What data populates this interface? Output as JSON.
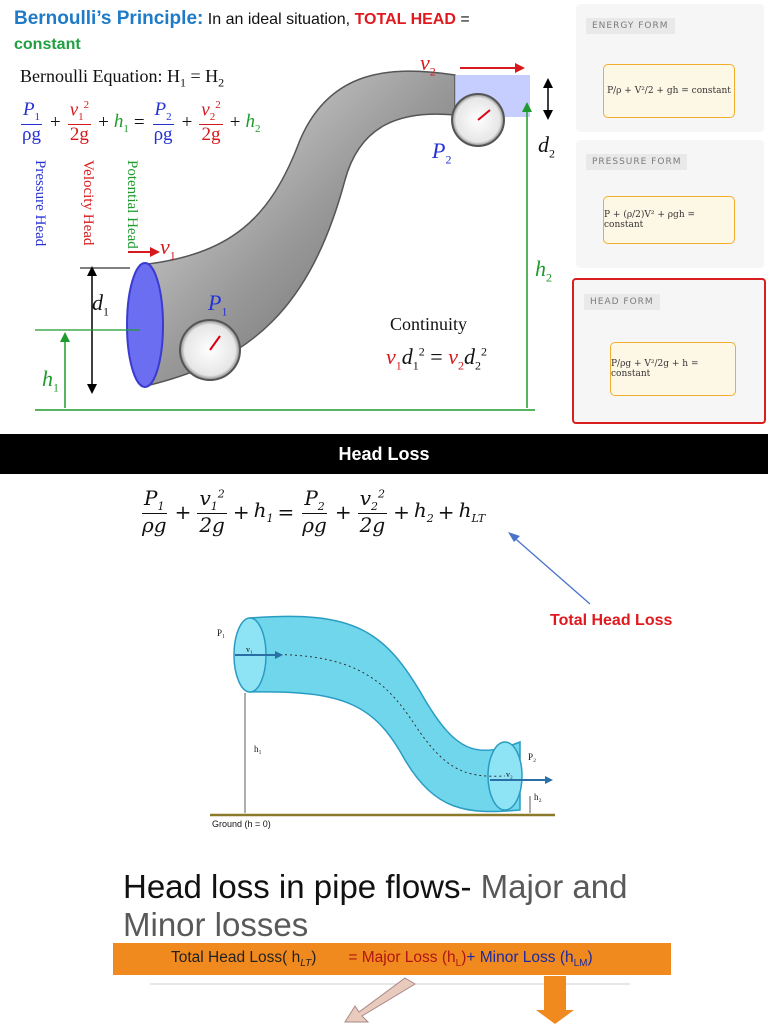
{
  "top": {
    "title_bold": "Bernoulli’s Principle:",
    "title_rest": " In an ideal situation, ",
    "total_head": "TOTAL HEAD",
    "equals": " =",
    "constant": "constant",
    "bernoulli_equation": "Bernoulli Equation: H",
    "bern_eq_mid": " = H",
    "sub1": "1",
    "sub2": "2",
    "labels": {
      "pressure_head": "Pressure Head",
      "velocity_head": "Velocity Head",
      "potential_head": "Potential Head",
      "v1": "v",
      "v2": "v",
      "p1": "P",
      "p2": "P",
      "d1": "d",
      "d2": "d",
      "h1": "h",
      "h2": "h",
      "continuity": "Continuity"
    }
  },
  "cards": [
    {
      "tag": "ENERGY FORM",
      "formula": "P/ρ + V²/2 + gh = constant"
    },
    {
      "tag": "PRESSURE FORM",
      "formula": "P + (ρ/2)V² + ρgh = constant"
    },
    {
      "tag": "HEAD FORM",
      "formula": "P/ρg + V²/2g + h = constant"
    }
  ],
  "head_loss_bar": "Head Loss",
  "total_head_loss": "Total Head Loss",
  "pipe2": {
    "p1": "P₁",
    "v1": "v₁",
    "h1": "h₁",
    "p2": "P₂",
    "v2": "v₂",
    "h2": "h₂",
    "ground": "Ground (h = 0)"
  },
  "major": {
    "title_dark": "Head loss in pipe flows- ",
    "title_grey": "Major and",
    "title_line2": "Minor losses",
    "bar_left": "Total Head Loss( h",
    "bar_left_sub": "LT",
    "bar_left_close": ")",
    "bar_eq": "= ",
    "major_loss": "Major Loss (h",
    "major_sub": "L",
    "major_close": ")",
    "plus": "+ ",
    "minor_loss": "Minor Loss (h",
    "minor_sub": "LM",
    "minor_close": ")"
  },
  "colors": {
    "accent_blue": "#1f7bc7",
    "red": "#e0191f",
    "green": "#20a040",
    "orange": "#f08a1f",
    "card_border": "#f3ad2e",
    "highlight_border": "#d81e1e"
  }
}
